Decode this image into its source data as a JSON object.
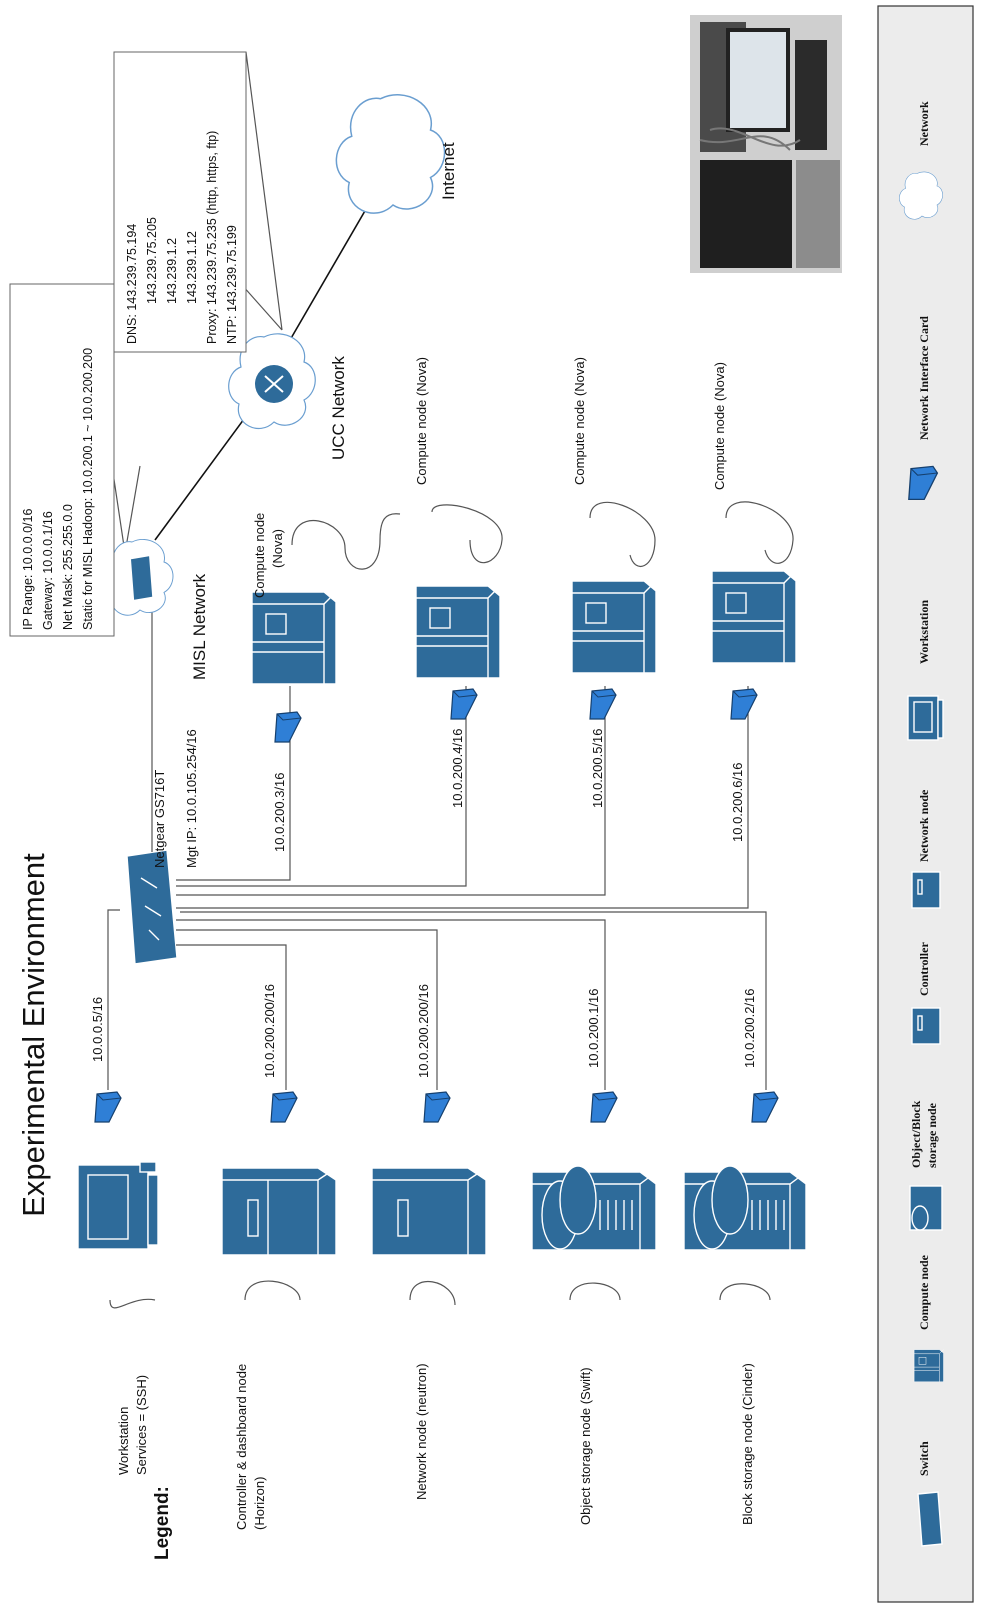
{
  "title": "Experimental Environment",
  "legend_title": "Legend:",
  "nodes": [
    {
      "label": "Workstation",
      "label2": "Services = (SSH)",
      "ip": "10.0.0.5/16",
      "icon": "workstation-icon"
    },
    {
      "label": "Controller & dashboard node",
      "label2": "(Horizon)",
      "ip": "10.0.200.200/16",
      "icon": "controller-icon"
    },
    {
      "label": "Network node (neutron)",
      "label2": "",
      "ip": "10.0.200.200/16",
      "icon": "network-node-icon"
    },
    {
      "label": "Object storage node (Swift)",
      "label2": "",
      "ip": "10.0.200.1/16",
      "icon": "object-storage-icon"
    },
    {
      "label": "Block storage node (Cinder)",
      "label2": "",
      "ip": "10.0.200.2/16",
      "icon": "block-storage-icon"
    }
  ],
  "switch": {
    "name": "Netgear GS716T",
    "mgmt": "Mgt IP: 10.0.105.254/16"
  },
  "compute_nodes": [
    {
      "label": "Compute node",
      "label2": "(Nova)",
      "ip": "10.0.200.3/16"
    },
    {
      "label": "Compute node (Nova)",
      "label2": "",
      "ip": "10.0.200.4/16"
    },
    {
      "label": "Compute node (Nova)",
      "label2": "",
      "ip": "10.0.200.5/16"
    },
    {
      "label": "Compute node (Nova)",
      "label2": "",
      "ip": "10.0.200.6/16"
    }
  ],
  "networks": {
    "misl": "MISL Network",
    "ucc": "UCC Network",
    "internet": "Internet"
  },
  "misl_info": [
    "IP Range: 10.0.0.0/16",
    "Gateway: 10.0.0.1/16",
    "Net Mask: 255.255.0.0",
    "Static for MISL Hadoop: 10.0.200.1 ~ 10.0.200.200"
  ],
  "ucc_info": [
    "DNS:  143.239.75.194",
    "143.239.75.205",
    "143.239.1.2",
    "143.239.1.12",
    "Proxy: 143.239.75.235 (http, https, ftp)",
    "NTP:   143.239.75.199"
  ],
  "legend": [
    {
      "label": "Switch",
      "icon": "switch-icon"
    },
    {
      "label": "Compute node",
      "icon": "compute-node-icon"
    },
    {
      "label": "Object/Block",
      "label2": "storage node",
      "icon": "storage-node-icon"
    },
    {
      "label": "Controller",
      "icon": "controller-icon"
    },
    {
      "label": "Network node",
      "icon": "network-node-icon"
    },
    {
      "label": "Workstation",
      "icon": "workstation-icon"
    },
    {
      "label": "Network Interface Card",
      "icon": "nic-icon"
    },
    {
      "label": "Network",
      "icon": "cloud-icon"
    }
  ],
  "colors": {
    "device": "#2e6b9a",
    "nic": "#2f7fd6",
    "cloud_stroke": "#6a9ed0"
  }
}
